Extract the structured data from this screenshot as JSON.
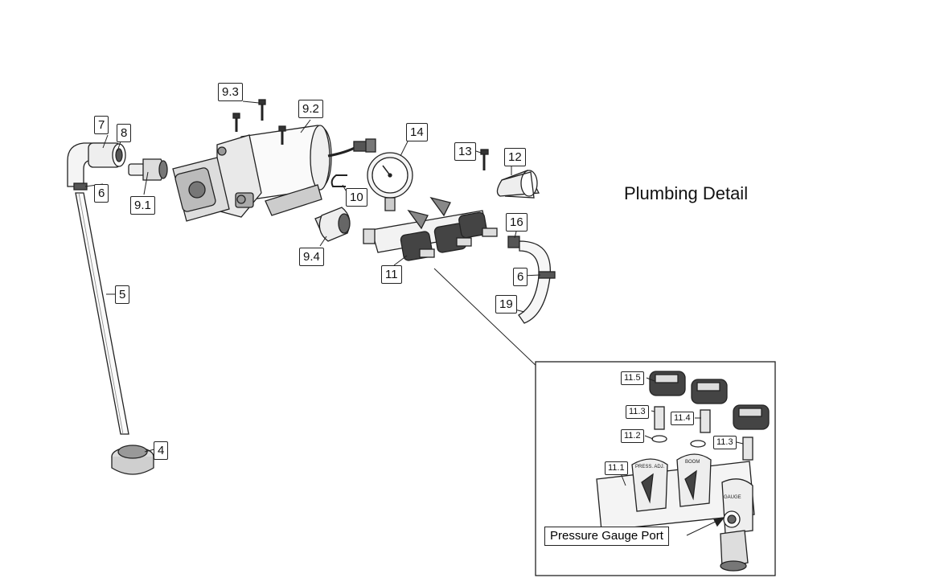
{
  "title": "Plumbing Detail",
  "callouts": {
    "c7": "7",
    "c8": "8",
    "c6a": "6",
    "c91": "9.1",
    "c93": "9.3",
    "c92": "9.2",
    "c14": "14",
    "c13": "13",
    "c12": "12",
    "c10": "10",
    "c94": "9.4",
    "c11": "11",
    "c16": "16",
    "c6b": "6",
    "c19": "19",
    "c5": "5",
    "c4": "4"
  },
  "detail": {
    "c115": "11.5",
    "c113a": "11.3",
    "c114": "11.4",
    "c112": "11.2",
    "c113b": "11.3",
    "c111": "11.1",
    "port_label": "Pressure Gauge Port",
    "valve_labels": [
      "PRESS. ADJ.",
      "BOOM",
      "GAUGE"
    ]
  }
}
